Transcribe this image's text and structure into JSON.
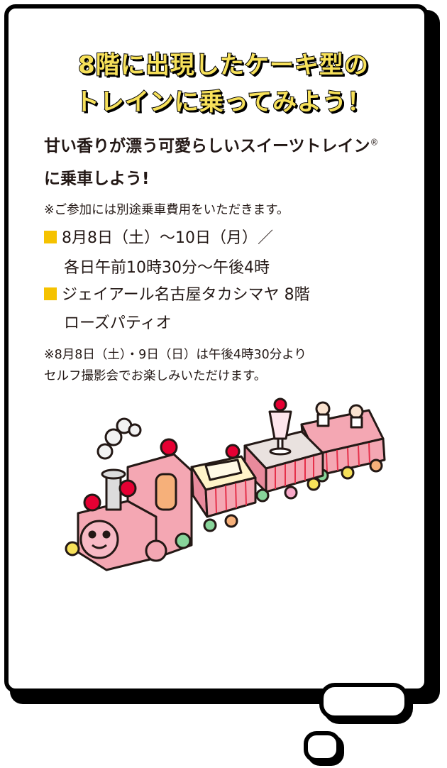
{
  "title": {
    "line1": "8階に出現したケーキ型の",
    "line2": "トレインに乗ってみよう！"
  },
  "lead": {
    "line1": "甘い香りが漂う可愛らしいスイーツトレイン",
    "reg": "®",
    "line2": "に乗車しよう!"
  },
  "fee_note": "※ご参加には別途乗車費用をいただきます。",
  "schedule": {
    "date": "8月8日（土）〜10日（月）／",
    "time": "各日午前10時30分〜午後4時"
  },
  "venue": {
    "line1": "ジェイアール名古屋タカシマヤ 8階",
    "line2": "ローズパティオ"
  },
  "photo_note": {
    "line1": "※8月8日（土）・9日（日）は午後4時30分より",
    "line2": "セルフ撮影会でお楽しみいただけます。"
  },
  "colors": {
    "title_fill": "#f7e15a",
    "bullet": "#f5c200",
    "train_pink": "#f4a7b3",
    "train_red": "#e5304a",
    "strawberry": "#e60033"
  },
  "illustration": {
    "icon": "cake-train-illustration-icon"
  }
}
